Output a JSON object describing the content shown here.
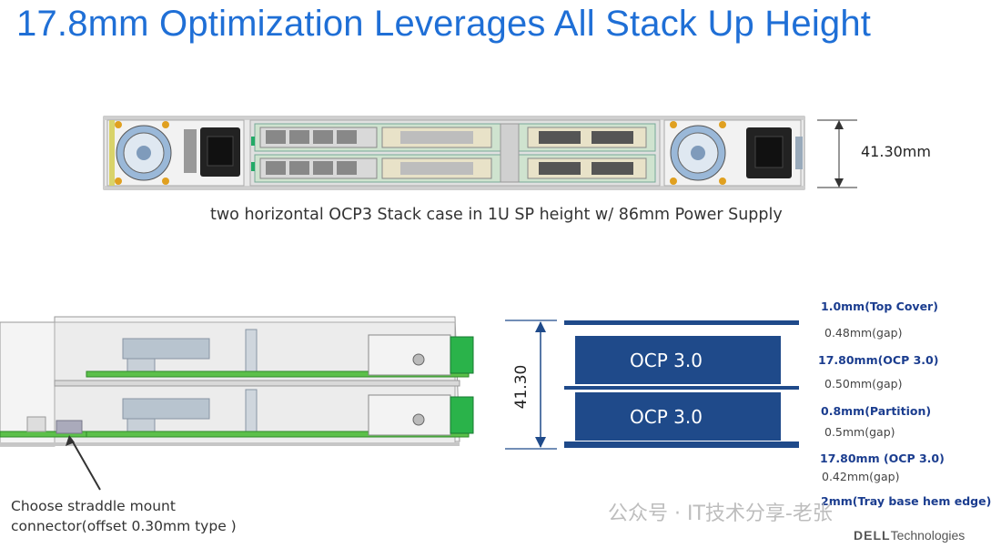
{
  "title": "17.8mm Optimization Leverages All Stack Up Height",
  "top_view": {
    "caption": "two horizontal OCP3 Stack case in 1U SP height w/ 86mm Power Supply",
    "height_label": "41.30mm"
  },
  "side_view": {
    "note_lines": [
      "Choose straddle mount",
      "connector(offset 0.30mm type )"
    ]
  },
  "stack_diagram": {
    "height_label": "41.30",
    "card_label_top": "OCP 3.0",
    "card_label_bottom": "OCP 3.0",
    "layers": [
      {
        "label": "1.0mm(Top Cover)",
        "kind": "strong"
      },
      {
        "label": "0.48mm(gap)",
        "kind": "gap"
      },
      {
        "label": "17.80mm(OCP 3.0)",
        "kind": "strong"
      },
      {
        "label": "0.50mm(gap)",
        "kind": "gap"
      },
      {
        "label": "0.8mm(Partition)",
        "kind": "strong"
      },
      {
        "label": "0.5mm(gap)",
        "kind": "gap"
      },
      {
        "label": "17.80mm (OCP 3.0)",
        "kind": "strong"
      },
      {
        "label": "0.42mm(gap)",
        "kind": "gap"
      },
      {
        "label": "2mm(Tray base hem edge)",
        "kind": "strong"
      }
    ],
    "colors": {
      "card": "#1f4a8a",
      "plate": "#1f4a8a",
      "arrow": "#1f4a8a",
      "card_text": "#ffffff"
    }
  },
  "watermark": {
    "text": "公众号 · IT技术分享-老张"
  },
  "logo": {
    "brand": "DELL",
    "suffix": "Technologies"
  }
}
